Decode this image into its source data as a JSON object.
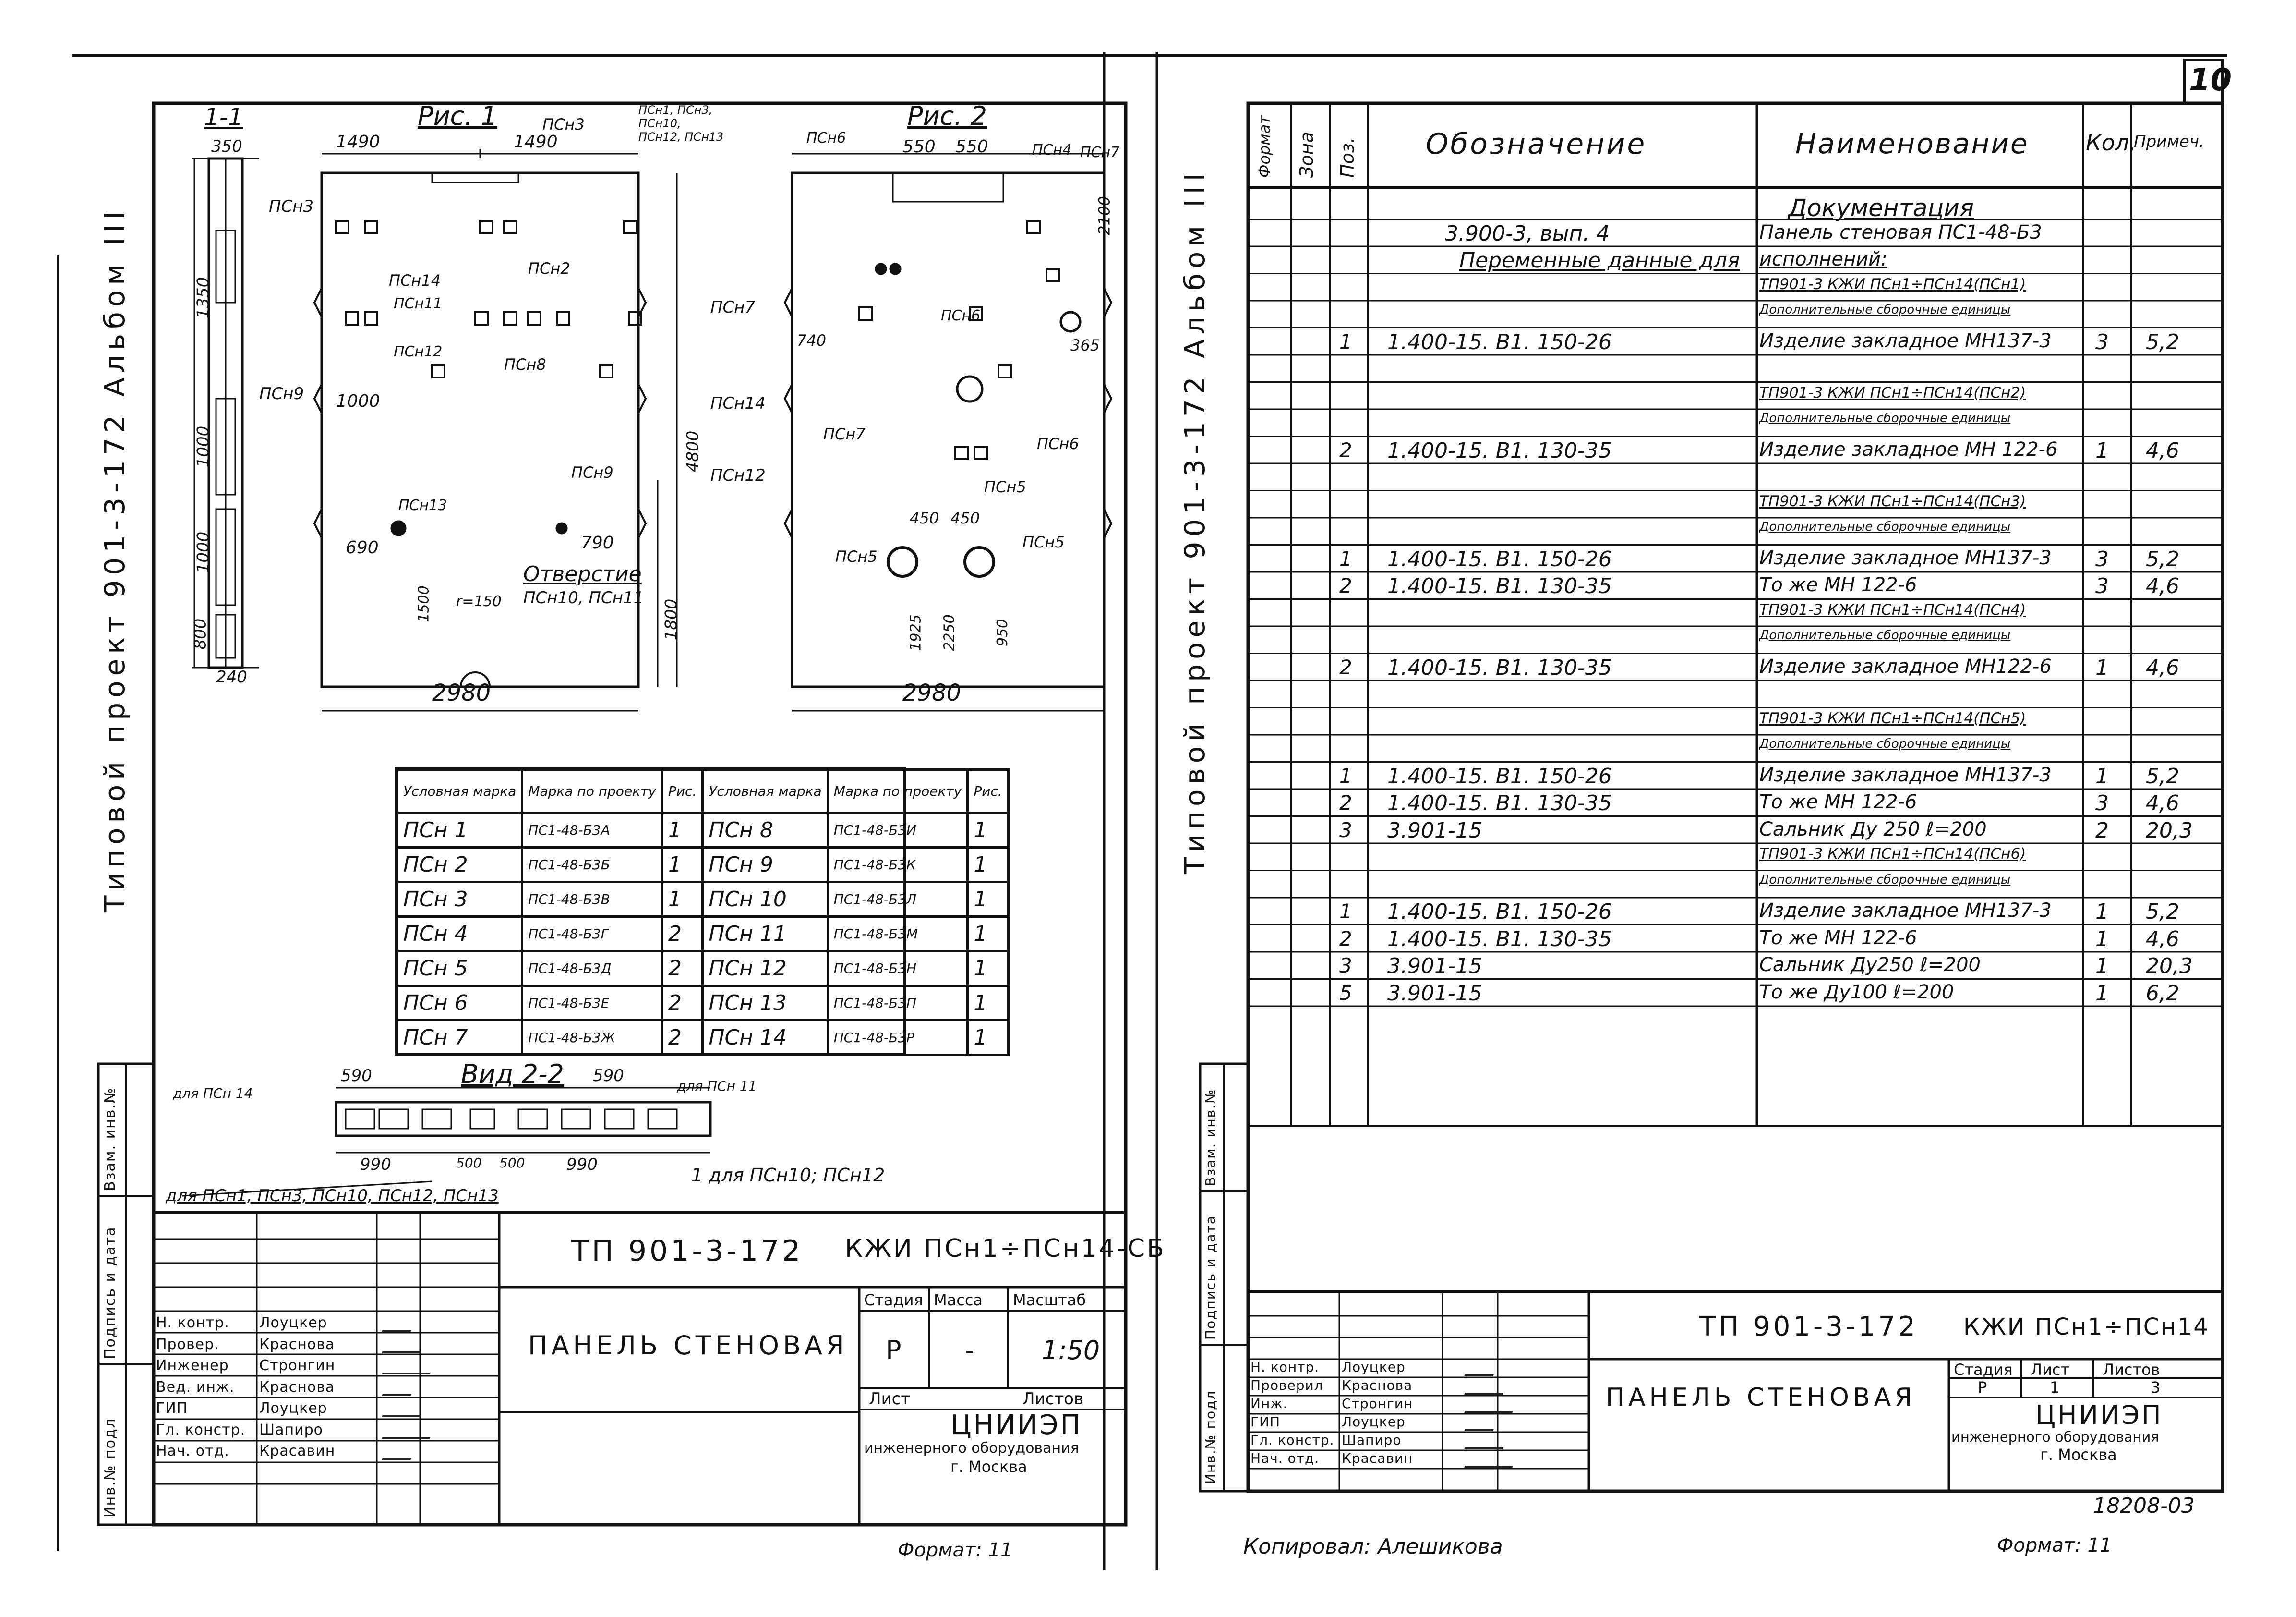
{
  "sheet": {
    "number": "10"
  },
  "left": {
    "side_label": "Типовой проект 901-3-172    Альбом III",
    "figure_labels": {
      "section_1_1": "1-1",
      "fig1": "Рис. 1",
      "fig2": "Рис. 2",
      "view_2_2": "Вид 2-2",
      "hole": "Отверстие",
      "hole_for": "ПСн10, ПСн11",
      "r150": "r=150"
    },
    "dims": {
      "fig1_width": "2980",
      "fig2_width": "2980",
      "d1490a": "1490",
      "d1490b": "1490",
      "d350": "350",
      "d240": "240",
      "d1350": "1350",
      "d1000a": "1000",
      "d1000b": "1000",
      "d800": "800",
      "d4800": "4800",
      "d1800": "1800",
      "d1500": "1500",
      "d690": "690",
      "d790": "790",
      "d1000c": "1000",
      "d550a": "550",
      "d550b": "550",
      "d1925": "1925",
      "d2250": "2250",
      "d950": "950",
      "d450a": "450",
      "d450b": "450",
      "d740": "740",
      "d365": "365",
      "d2100": "2100"
    },
    "callouts": {
      "c1": "ПСн3",
      "c2": "ПСн9",
      "c3": "ПСн14",
      "c4": "ПСн11",
      "c5": "ПСн12",
      "c6": "ПСн2",
      "c7": "ПСн8",
      "c8": "ПСн13",
      "c9": "ПСн9",
      "c10": "ПСн3",
      "c11": "ПСн7",
      "c12": "ПСн14",
      "c13": "ПСн12",
      "c14": "ПСн6",
      "c15": "ПСн4",
      "c16": "ПСн7",
      "c17": "ПСн6",
      "c18": "ПСн5",
      "c19": "ПСн5",
      "c20": "ПСн5",
      "c21": "ПСн6",
      "c22": "ПСн7",
      "top_note": "ПСн1, ПСн3, ПСн10, ПСн12, ПСн13"
    },
    "view_notes": {
      "for14": "для ПСн 14",
      "for11": "для ПСн 11",
      "for10_12": "1 для ПСн10; ПСн12",
      "bottom": "для ПСн1, ПСн3, ПСн10, ПСн12, ПСн13",
      "d590a": "590",
      "d590b": "590",
      "d990a": "990",
      "d990b": "990",
      "d500a": "500",
      "d500b": "500"
    },
    "marks_table": {
      "headers": [
        "Условная марка",
        "Марка по проекту",
        "Рис.",
        "Условная марка",
        "Марка по проекту",
        "Рис."
      ],
      "rows": [
        [
          "ПСн 1",
          "ПС1-48-Б3А",
          "1",
          "ПСн 8",
          "ПС1-48-Б3И",
          "1"
        ],
        [
          "ПСн 2",
          "ПС1-48-Б3Б",
          "1",
          "ПСн 9",
          "ПС1-48-Б3К",
          "1"
        ],
        [
          "ПСн 3",
          "ПС1-48-Б3В",
          "1",
          "ПСн 10",
          "ПС1-48-Б3Л",
          "1"
        ],
        [
          "ПСн 4",
          "ПС1-48-Б3Г",
          "2",
          "ПСн 11",
          "ПС1-48-Б3М",
          "1"
        ],
        [
          "ПСн 5",
          "ПС1-48-Б3Д",
          "2",
          "ПСн 12",
          "ПС1-48-Б3Н",
          "1"
        ],
        [
          "ПСн 6",
          "ПС1-48-Б3Е",
          "2",
          "ПСн 13",
          "ПС1-48-Б3П",
          "1"
        ],
        [
          "ПСн 7",
          "ПС1-48-Б3Ж",
          "2",
          "ПСн 14",
          "ПС1-48-Б3Р",
          "1"
        ]
      ]
    },
    "margin_stamp": [
      "Инв.№ подл",
      "Подпись и дата",
      "Взам. инв.№"
    ],
    "title_block": {
      "code": "ТП 901-3-172",
      "subcode": "КЖИ ПСн1÷ПСн14-СБ",
      "name": "ПАНЕЛЬ СТЕНОВАЯ",
      "stage_h": "Стадия",
      "mass_h": "Масса",
      "scale_h": "Масштаб",
      "stage": "Р",
      "mass": "-",
      "scale": "1:50",
      "sheet_h": "Лист",
      "sheets_h": "Листов",
      "org": "ЦНИИЭП",
      "org2": "инженерного оборудования",
      "city": "г. Москва",
      "people": [
        [
          "Н. контр.",
          "Лоуцкер"
        ],
        [
          "Провер.",
          "Краснова"
        ],
        [
          "Инженер",
          "Стронгин"
        ],
        [
          "Вед. инж.",
          "Краснова"
        ],
        [
          "ГИП",
          "Лоуцкер"
        ],
        [
          "Гл. констр.",
          "Шапиро"
        ],
        [
          "Нач. отд.",
          "Красавин"
        ]
      ]
    },
    "format": "Формат: 11"
  },
  "right": {
    "side_label": "Типовой проект 901-3-172    Альбом III",
    "spec_headers": {
      "format": "Формат",
      "zone": "Зона",
      "pos": "Поз.",
      "designation": "Обозначение",
      "name": "Наименование",
      "qty": "Кол.",
      "note": "Примеч."
    },
    "spec_rows": [
      {
        "pos": "",
        "des": "",
        "name": "Документация",
        "qty": "",
        "note": "",
        "style": "heading"
      },
      {
        "pos": "",
        "des": "3.900-3, вып. 4",
        "name": "Панель стеновая ПС1-48-Б3",
        "qty": "",
        "note": ""
      },
      {
        "pos": "",
        "des": "Переменные данные для",
        "name": "исполнений:",
        "qty": "",
        "note": "",
        "style": "under"
      },
      {
        "pos": "",
        "des": "",
        "name": "ТП901-3 КЖИ ПСн1÷ПСн14(ПСн1)",
        "qty": "",
        "note": "",
        "style": "small"
      },
      {
        "pos": "",
        "des": "",
        "name": "Дополнительные сборочные единицы",
        "qty": "",
        "note": "",
        "style": "tiny"
      },
      {
        "pos": "1",
        "des": "1.400-15. В1. 150-26",
        "name": "Изделие закладное МН137-3",
        "qty": "3",
        "note": "5,2"
      },
      {
        "pos": "",
        "des": "",
        "name": "",
        "qty": "",
        "note": ""
      },
      {
        "pos": "",
        "des": "",
        "name": "ТП901-3 КЖИ ПСн1÷ПСн14(ПСн2)",
        "qty": "",
        "note": "",
        "style": "small"
      },
      {
        "pos": "",
        "des": "",
        "name": "Дополнительные сборочные единицы",
        "qty": "",
        "note": "",
        "style": "tiny"
      },
      {
        "pos": "2",
        "des": "1.400-15. В1. 130-35",
        "name": "Изделие закладное МН 122-6",
        "qty": "1",
        "note": "4,6"
      },
      {
        "pos": "",
        "des": "",
        "name": "",
        "qty": "",
        "note": ""
      },
      {
        "pos": "",
        "des": "",
        "name": "ТП901-3 КЖИ ПСн1÷ПСн14(ПСн3)",
        "qty": "",
        "note": "",
        "style": "small"
      },
      {
        "pos": "",
        "des": "",
        "name": "Дополнительные сборочные единицы",
        "qty": "",
        "note": "",
        "style": "tiny"
      },
      {
        "pos": "1",
        "des": "1.400-15. В1. 150-26",
        "name": "Изделие закладное МН137-3",
        "qty": "3",
        "note": "5,2"
      },
      {
        "pos": "2",
        "des": "1.400-15. В1. 130-35",
        "name": "То же          МН 122-6",
        "qty": "3",
        "note": "4,6"
      },
      {
        "pos": "",
        "des": "",
        "name": "ТП901-3 КЖИ ПСн1÷ПСн14(ПСн4)",
        "qty": "",
        "note": "",
        "style": "small"
      },
      {
        "pos": "",
        "des": "",
        "name": "Дополнительные сборочные единицы",
        "qty": "",
        "note": "",
        "style": "tiny"
      },
      {
        "pos": "2",
        "des": "1.400-15. В1. 130-35",
        "name": "Изделие закладное МН122-6",
        "qty": "1",
        "note": "4,6"
      },
      {
        "pos": "",
        "des": "",
        "name": "",
        "qty": "",
        "note": ""
      },
      {
        "pos": "",
        "des": "",
        "name": "ТП901-3 КЖИ ПСн1÷ПСн14(ПСн5)",
        "qty": "",
        "note": "",
        "style": "small"
      },
      {
        "pos": "",
        "des": "",
        "name": "Дополнительные сборочные единицы",
        "qty": "",
        "note": "",
        "style": "tiny"
      },
      {
        "pos": "1",
        "des": "1.400-15. В1. 150-26",
        "name": "Изделие закладное МН137-3",
        "qty": "1",
        "note": "5,2"
      },
      {
        "pos": "2",
        "des": "1.400-15. В1. 130-35",
        "name": "То же         МН 122-6",
        "qty": "3",
        "note": "4,6"
      },
      {
        "pos": "3",
        "des": "3.901-15",
        "name": "Сальник Ду 250  ℓ=200",
        "qty": "2",
        "note": "20,3"
      },
      {
        "pos": "",
        "des": "",
        "name": "ТП901-3 КЖИ ПСн1÷ПСн14(ПСн6)",
        "qty": "",
        "note": "",
        "style": "small"
      },
      {
        "pos": "",
        "des": "",
        "name": "Дополнительные сборочные единицы",
        "qty": "",
        "note": "",
        "style": "tiny"
      },
      {
        "pos": "1",
        "des": "1.400-15. В1. 150-26",
        "name": "Изделие закладное МН137-3",
        "qty": "1",
        "note": "5,2"
      },
      {
        "pos": "2",
        "des": "1.400-15. В1. 130-35",
        "name": "То же         МН 122-6",
        "qty": "1",
        "note": "4,6"
      },
      {
        "pos": "3",
        "des": "3.901-15",
        "name": "Сальник Ду250 ℓ=200",
        "qty": "1",
        "note": "20,3"
      },
      {
        "pos": "5",
        "des": "3.901-15",
        "name": "То же  Ду100 ℓ=200",
        "qty": "1",
        "note": "6,2"
      }
    ],
    "title_block": {
      "code": "ТП 901-3-172",
      "subcode": "КЖИ ПСн1÷ПСн14",
      "name": "ПАНЕЛЬ СТЕНОВАЯ",
      "stage_h": "Стадия",
      "sheet_h": "Лист",
      "sheets_h": "Листов",
      "stage": "Р",
      "sheet": "1",
      "sheets": "3",
      "org": "ЦНИИЭП",
      "org2": "инженерного оборудования",
      "city": "г. Москва",
      "people": [
        [
          "Н. контр.",
          "Лоуцкер"
        ],
        [
          "Проверил",
          "Краснова"
        ],
        [
          "Инж.",
          "Стронгин"
        ],
        [
          "ГИП",
          "Лоуцкер"
        ],
        [
          "Гл. констр.",
          "Шапиро"
        ],
        [
          "Нач. отд.",
          "Красавин"
        ]
      ]
    },
    "archive_no": "18208-03",
    "copied": "Копировал: Алешикова",
    "format": "Формат: 11"
  }
}
